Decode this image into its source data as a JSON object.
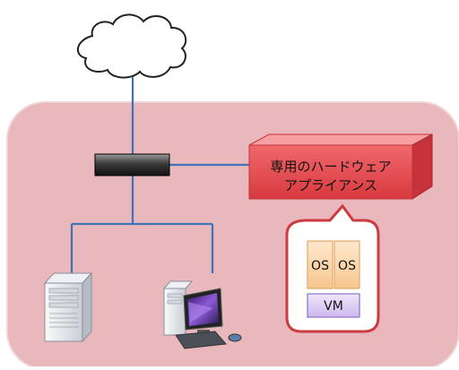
{
  "appliance": {
    "line1": "専用のハードウェア",
    "line2": "アプライアンス"
  },
  "vm_stack": {
    "os_left": "OS",
    "os_right": "OS",
    "vm": "VM"
  },
  "icons": {
    "cloud": "cloud-icon",
    "switch": "network-switch-icon",
    "server": "tower-server-icon",
    "workstation": "desktop-computer-icon"
  },
  "colors": {
    "zone_fill": "#e8b8bc",
    "zone_stroke": "#f0d5d8",
    "link": "#3f73b6",
    "appliance_top": "#f6a0a2",
    "appliance_front": "#e34549",
    "appliance_side": "#c4333a",
    "callout_stroke": "#cc3b40",
    "os_fill": "#fbdcb6",
    "os_stroke": "#e6a86a",
    "vm_fill": "#d8c8f0",
    "vm_stroke": "#8a70c8"
  }
}
